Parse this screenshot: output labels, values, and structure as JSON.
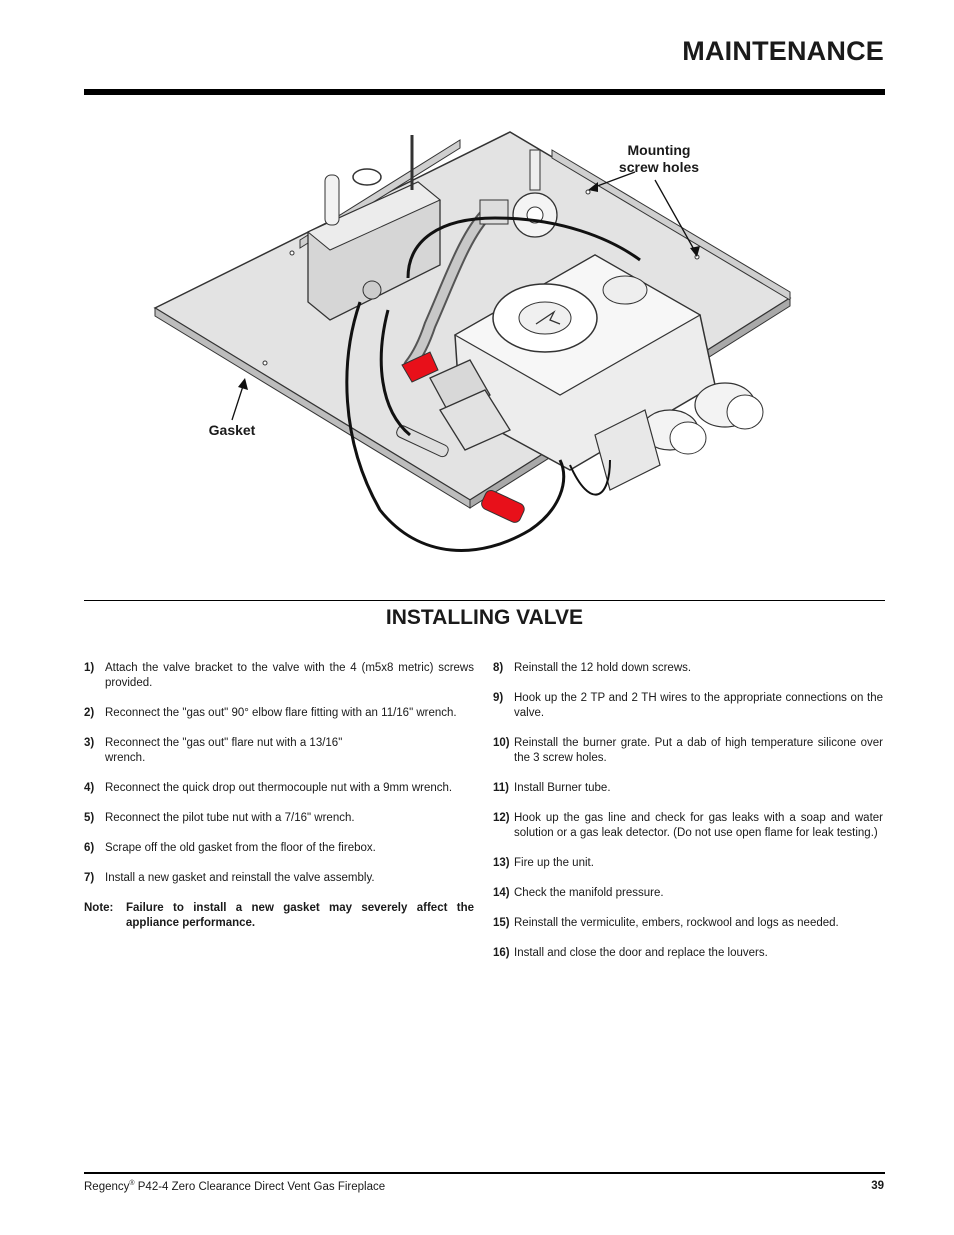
{
  "header": {
    "title": "MAINTENANCE"
  },
  "figure": {
    "label_mounting_line1": "Mounting",
    "label_mounting_line2": "screw holes",
    "label_gasket": "Gasket",
    "accent_color": "#e8101a"
  },
  "section": {
    "title": "INSTALLING VALVE"
  },
  "steps_left": [
    {
      "num": "1)",
      "text": "Attach the valve bracket to the valve with the 4 (m5x8 metric) screws provided."
    },
    {
      "num": "2)",
      "text": "Reconnect the \"gas out\" 90° elbow flare fitting with an 11/16\" wrench."
    },
    {
      "num": "3)",
      "text": "Reconnect the \"gas out\" flare nut with a 13/16\" wrench."
    },
    {
      "num": "4)",
      "text": "Reconnect the quick drop out thermocouple nut with a 9mm wrench."
    },
    {
      "num": "5)",
      "text": "Reconnect the pilot tube nut with a 7/16\" wrench."
    },
    {
      "num": "6)",
      "text": "Scrape off the old gasket from the floor of the firebox."
    },
    {
      "num": "7)",
      "text": "Install a new gasket and reinstall the valve assembly."
    }
  ],
  "note": {
    "label": "Note:",
    "text": "Failure to install a new gasket may severely affect the appliance performance."
  },
  "steps_right": [
    {
      "num": "8)",
      "text": "Reinstall the 12 hold down screws."
    },
    {
      "num": "9)",
      "text": "Hook up the 2 TP and 2 TH wires to the appropriate connections on the valve."
    },
    {
      "num": "10)",
      "text": "Reinstall the burner grate. Put a dab of high temperature silicone over the 3 screw holes."
    },
    {
      "num": "11)",
      "text": "Install Burner tube."
    },
    {
      "num": "12)",
      "text": "Hook up the gas line and check for gas leaks with a soap and water solution or a gas leak detector. (Do not use open flame for leak testing.)"
    },
    {
      "num": "13)",
      "text": "Fire up the unit."
    },
    {
      "num": "14)",
      "text": "Check the manifold pressure."
    },
    {
      "num": "15)",
      "text": "Reinstall the vermiculite, embers, rockwool and logs as needed."
    },
    {
      "num": "16)",
      "text": "Install and close the door and replace the louvers."
    }
  ],
  "footer": {
    "brand": "Regency",
    "registered": "®",
    "product": " P42-4 Zero Clearance Direct Vent Gas Fireplace",
    "page_number": "39"
  }
}
